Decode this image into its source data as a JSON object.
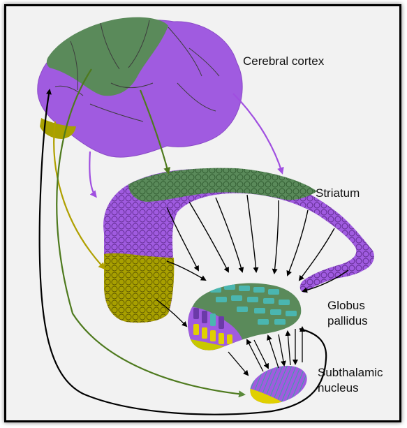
{
  "labels": {
    "cerebral_cortex": "Cerebral cortex",
    "striatum": "Striatum",
    "globus_pallidus": [
      "Globus",
      "pallidus"
    ],
    "subthalamic_nucleus": [
      "Subthalamic",
      "nucleus"
    ]
  },
  "colors": {
    "background": "#f2f2f2",
    "motor_green": "#5a8a5a",
    "associative_purple": "#a05be0",
    "limbic_olive": "#a8a000",
    "pallidum_teal": "#4ab6b0",
    "pathway_purple": "#a04fe0",
    "pathway_green": "#4e7a1e",
    "pathway_olive": "#b0a000",
    "pathway_black": "#000000"
  }
}
